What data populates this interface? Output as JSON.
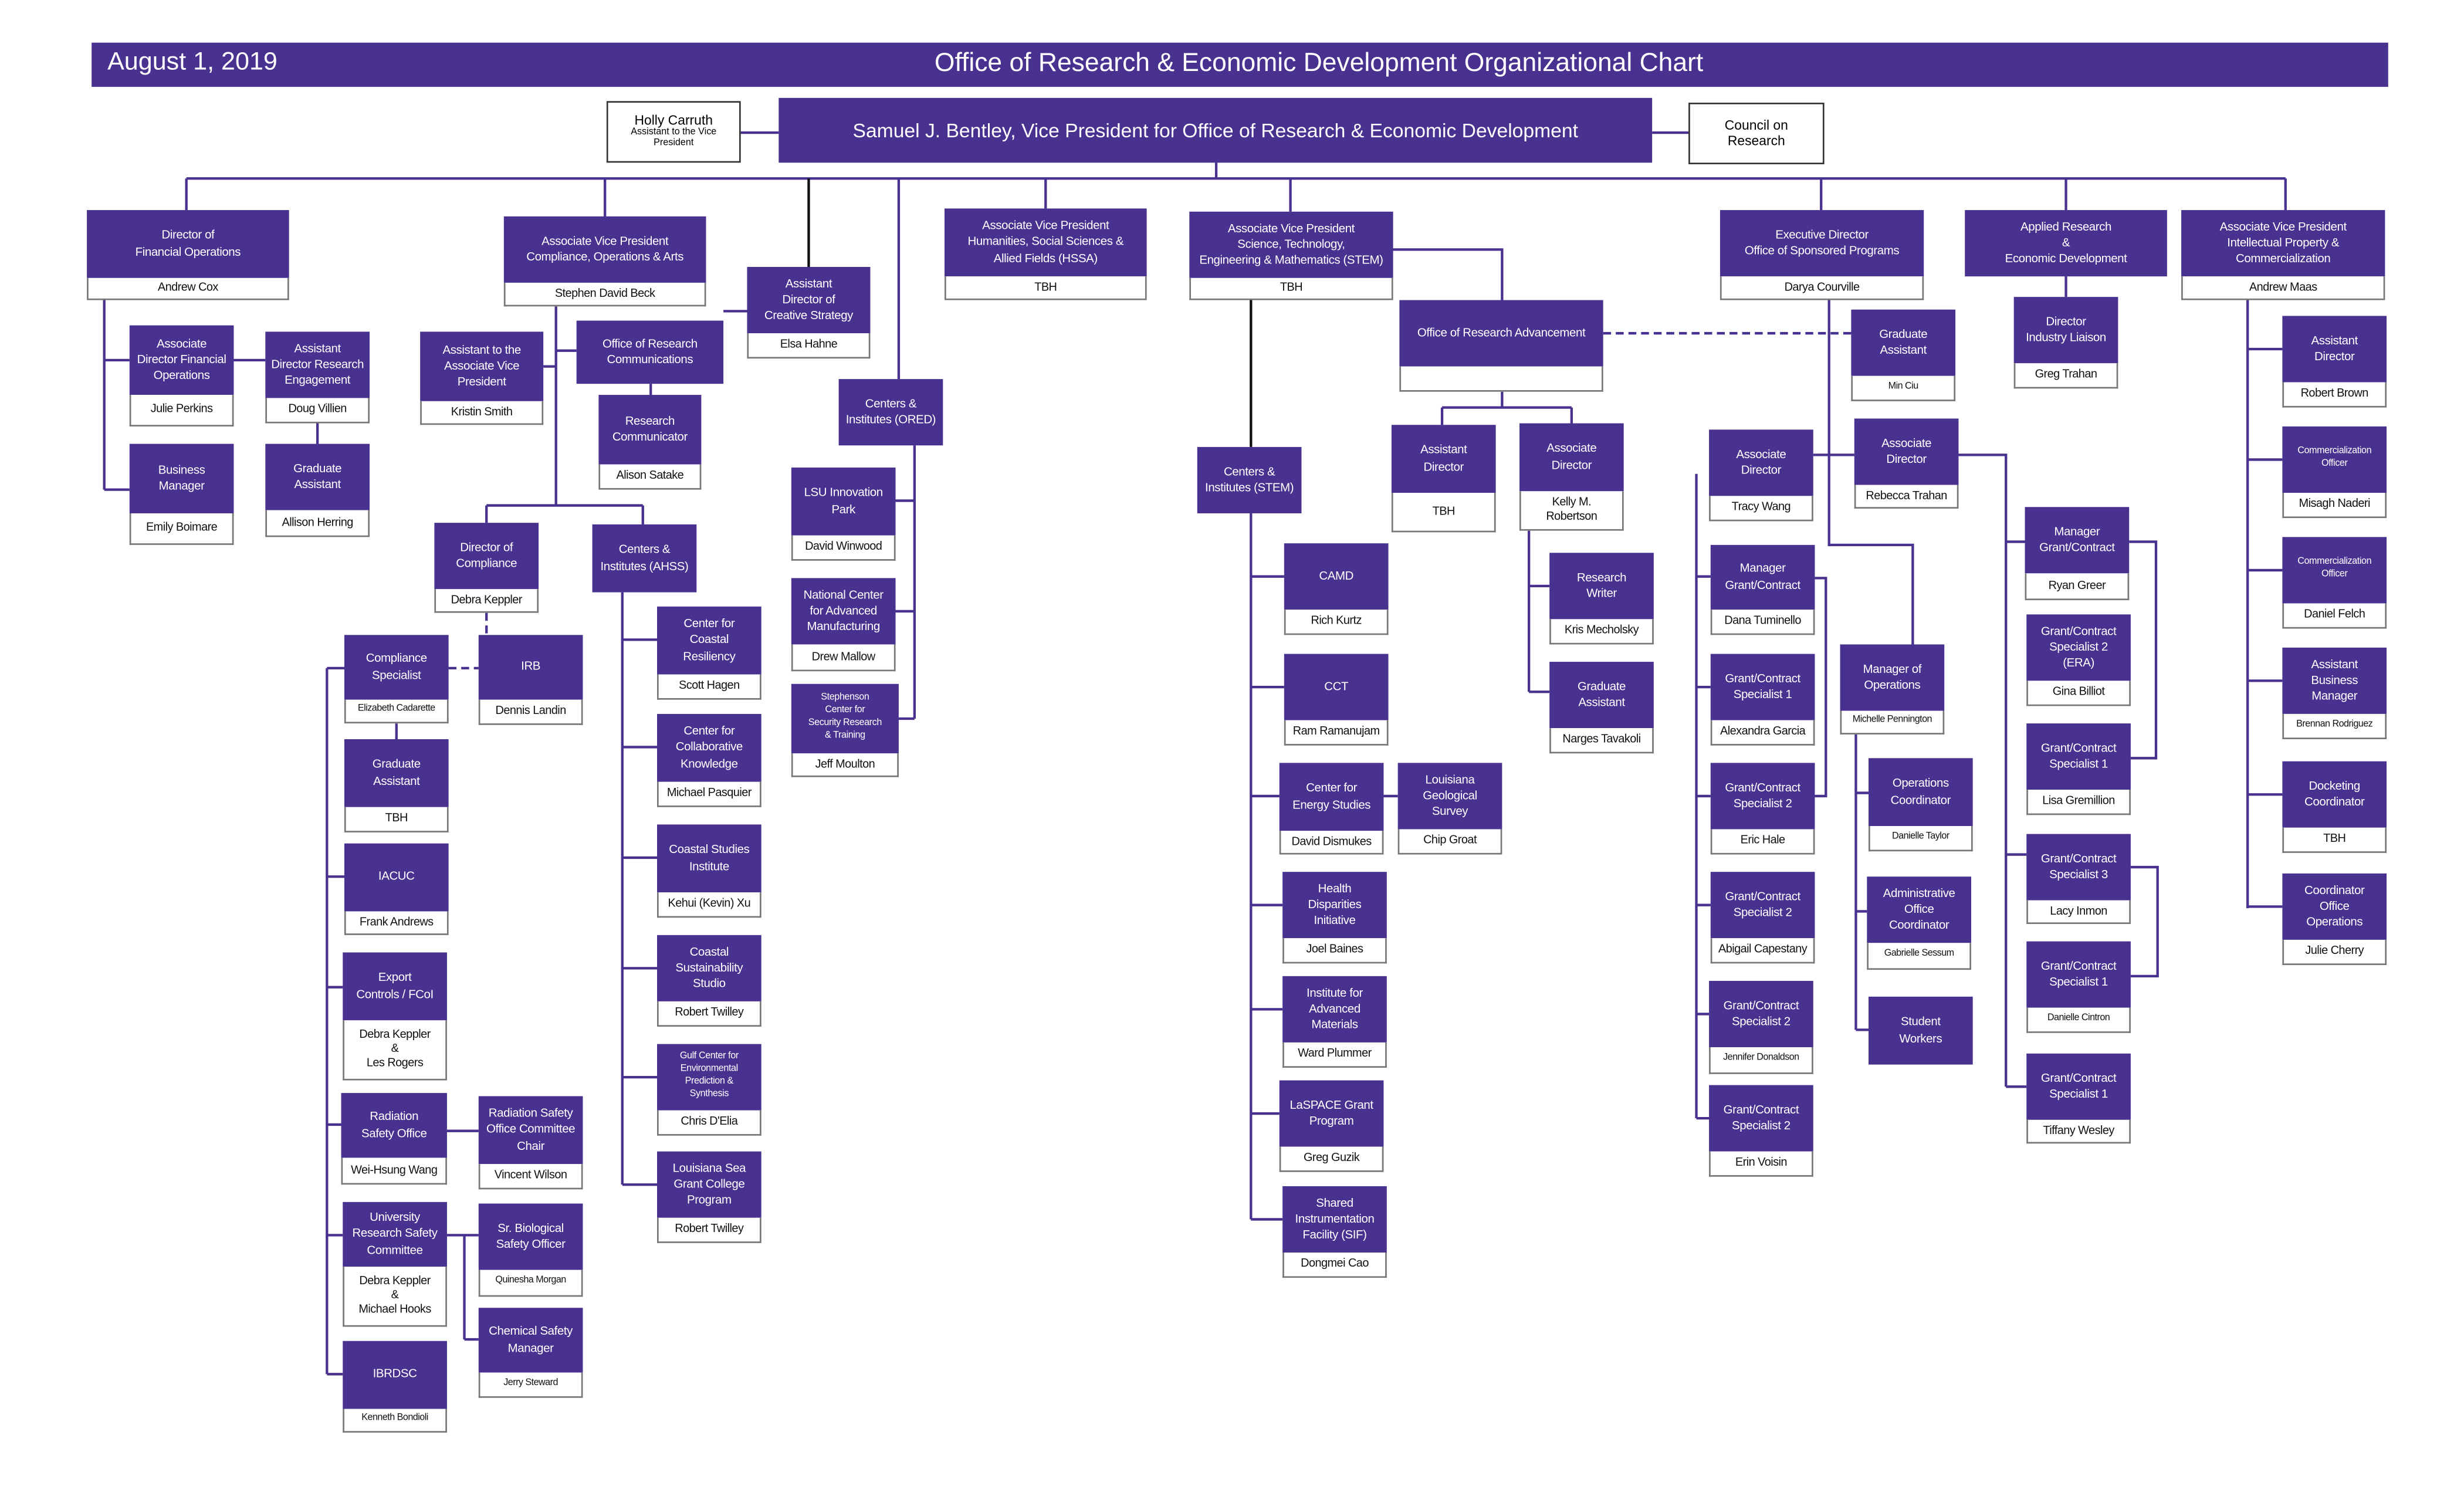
{
  "header": {
    "date": "August 1, 2019",
    "title": "Office of Research & Economic Development Organizational Chart"
  },
  "vp": {
    "title": "Samuel J. Bentley, Vice President for Office of Research & Economic Development"
  },
  "assistant": {
    "name": "Holly Carruth",
    "role": "Assistant to the Vice President"
  },
  "council": {
    "label": "Council on Research"
  },
  "colors": {
    "primary": "#48318f",
    "line": "#48318f"
  },
  "nodes": [
    {
      "title": "Director of\nFinancial Operations",
      "name": "Andrew Cox"
    },
    {
      "title": "Associate\nDirector Financial\nOperations",
      "name": "Julie Perkins"
    },
    {
      "title": "Assistant\nDirector Research\nEngagement",
      "name": "Doug Villien"
    },
    {
      "title": "Business\nManager",
      "name": "Emily Boimare"
    },
    {
      "title": "Graduate\nAssistant",
      "name": "Allison Herring"
    },
    {
      "title": "Associate Vice President\nCompliance,  Operations & Arts",
      "name": "Stephen David Beck"
    },
    {
      "title": "Assistant to the\nAssociate Vice\nPresident",
      "name": "Kristin Smith"
    },
    {
      "title": "Office of Research\nCommunications",
      "name": ""
    },
    {
      "title": "Research\nCommunicator",
      "name": "Alison Satake"
    },
    {
      "title": "Assistant\nDirector of\nCreative Strategy",
      "name": "Elsa Hahne"
    },
    {
      "title": "Director of\nCompliance",
      "name": "Debra Keppler"
    },
    {
      "title": "Centers &\nInstitutes (AHSS)",
      "name": ""
    },
    {
      "title": "Compliance\nSpecialist",
      "name": "Elizabeth Cadarette"
    },
    {
      "title": "IRB",
      "name": "Dennis Landin"
    },
    {
      "title": "Graduate\nAssistant",
      "name": "TBH"
    },
    {
      "title": "IACUC",
      "name": "Frank Andrews"
    },
    {
      "title": "Export\nControls / FCoI",
      "name": "Debra Keppler\n&\nLes Rogers"
    },
    {
      "title": "Radiation\nSafety Office",
      "name": "Wei-Hsung Wang"
    },
    {
      "title": "Radiation Safety\nOffice Committee\nChair",
      "name": "Vincent Wilson"
    },
    {
      "title": "University\nResearch Safety\nCommittee",
      "name": "Debra Keppler\n&\nMichael Hooks"
    },
    {
      "title": "Sr. Biological\nSafety Officer",
      "name": "Quinesha Morgan"
    },
    {
      "title": "Chemical Safety\nManager",
      "name": "Jerry Steward"
    },
    {
      "title": "IBRDSC",
      "name": "Kenneth Bondioli"
    },
    {
      "title": "Center for\nCoastal\nResiliency",
      "name": "Scott Hagen"
    },
    {
      "title": "Center for\nCollaborative\nKnowledge",
      "name": "Michael Pasquier"
    },
    {
      "title": "Coastal Studies\nInstitute",
      "name": "Kehui (Kevin) Xu"
    },
    {
      "title": "Coastal\nSustainability\nStudio",
      "name": "Robert Twilley"
    },
    {
      "title": "Gulf Center for\nEnvironmental\nPrediction &\nSynthesis",
      "name": "Chris D'Elia"
    },
    {
      "title": "Louisiana Sea\nGrant College\nProgram",
      "name": "Robert Twilley"
    },
    {
      "title": "Centers &\nInstitutes (ORED)",
      "name": ""
    },
    {
      "title": "LSU Innovation\nPark",
      "name": "David Winwood"
    },
    {
      "title": "National Center\nfor Advanced\nManufacturing",
      "name": "Drew Mallow"
    },
    {
      "title": "Stephenson\nCenter for\nSecurity Research\n& Training",
      "name": "Jeff Moulton"
    },
    {
      "title": "Associate Vice President\nHumanities, Social Sciences &\nAllied Fields (HSSA)",
      "name": "TBH"
    },
    {
      "title": "Associate Vice President\nScience, Technology,\nEngineering & Mathematics (STEM)",
      "name": "TBH"
    },
    {
      "title": "Office of Research Advancement",
      "name": " "
    },
    {
      "title": "Assistant\nDirector",
      "name": "TBH"
    },
    {
      "title": "Associate\nDirector",
      "name": "Kelly M.\nRobertson"
    },
    {
      "title": "Research\nWriter",
      "name": "Kris Mecholsky"
    },
    {
      "title": "Graduate\nAssistant",
      "name": "Narges Tavakoli"
    },
    {
      "title": "Centers &\nInstitutes (STEM)",
      "name": ""
    },
    {
      "title": "CAMD",
      "name": "Rich Kurtz"
    },
    {
      "title": "CCT",
      "name": "Ram Ramanujam"
    },
    {
      "title": "Center for\nEnergy Studies",
      "name": "David Dismukes"
    },
    {
      "title": "Louisiana\nGeological\nSurvey",
      "name": "Chip Groat"
    },
    {
      "title": "Health\nDisparities\nInitiative",
      "name": "Joel Baines"
    },
    {
      "title": "Institute for\nAdvanced\nMaterials",
      "name": "Ward Plummer"
    },
    {
      "title": "LaSPACE Grant\nProgram",
      "name": "Greg Guzik"
    },
    {
      "title": "Shared\nInstrumentation\nFacility (SIF)",
      "name": "Dongmei Cao"
    },
    {
      "title": "Executive Director\nOffice of Sponsored Programs",
      "name": "Darya Courville"
    },
    {
      "title": "Graduate\nAssistant",
      "name": "Min Ciu"
    },
    {
      "title": "Associate\nDirector",
      "name": "Tracy Wang"
    },
    {
      "title": "Associate\nDirector",
      "name": "Rebecca Trahan"
    },
    {
      "title": "Manager\nGrant/Contract",
      "name": "Dana Tuminello"
    },
    {
      "title": "Grant/Contract\nSpecialist 1",
      "name": "Alexandra Garcia"
    },
    {
      "title": "Grant/Contract\nSpecialist 2",
      "name": "Eric Hale"
    },
    {
      "title": "Grant/Contract\nSpecialist 2",
      "name": "Abigail Capestany"
    },
    {
      "title": "Grant/Contract\nSpecialist 2",
      "name": "Jennifer Donaldson"
    },
    {
      "title": "Grant/Contract\nSpecialist 2",
      "name": "Erin Voisin"
    },
    {
      "title": "Manager of\nOperations",
      "name": "Michelle Pennington"
    },
    {
      "title": "Operations\nCoordinator",
      "name": "Danielle Taylor"
    },
    {
      "title": "Administrative\nOffice\nCoordinator",
      "name": "Gabrielle Sessum"
    },
    {
      "title": "Student\nWorkers",
      "name": ""
    },
    {
      "title": "Applied Research\n&\nEconomic Development",
      "name": ""
    },
    {
      "title": "Director\nIndustry Liaison",
      "name": "Greg Trahan"
    },
    {
      "title": "Manager\nGrant/Contract",
      "name": "Ryan Greer"
    },
    {
      "title": "Grant/Contract\nSpecialist  2\n(ERA)",
      "name": "Gina Billiot"
    },
    {
      "title": "Grant/Contract\nSpecialist 1",
      "name": "Lisa Gremillion"
    },
    {
      "title": "Grant/Contract\nSpecialist 3",
      "name": "Lacy Inmon"
    },
    {
      "title": "Grant/Contract\nSpecialist 1",
      "name": "Danielle Cintron"
    },
    {
      "title": "Grant/Contract\nSpecialist 1",
      "name": "Tiffany Wesley"
    },
    {
      "title": "Associate Vice President\nIntellectual Property &\nCommercialization",
      "name": "Andrew Maas"
    },
    {
      "title": "Assistant\nDirector",
      "name": "Robert Brown"
    },
    {
      "title": "Commercialization\nOfficer",
      "name": "Misagh Naderi"
    },
    {
      "title": "Commercialization\nOfficer",
      "name": "Daniel Felch"
    },
    {
      "title": "Assistant\nBusiness\nManager",
      "name": "Brennan Rodriguez"
    },
    {
      "title": "Docketing\nCoordinator",
      "name": "TBH"
    },
    {
      "title": "Coordinator\nOffice\nOperations",
      "name": "Julie Cherry"
    }
  ]
}
